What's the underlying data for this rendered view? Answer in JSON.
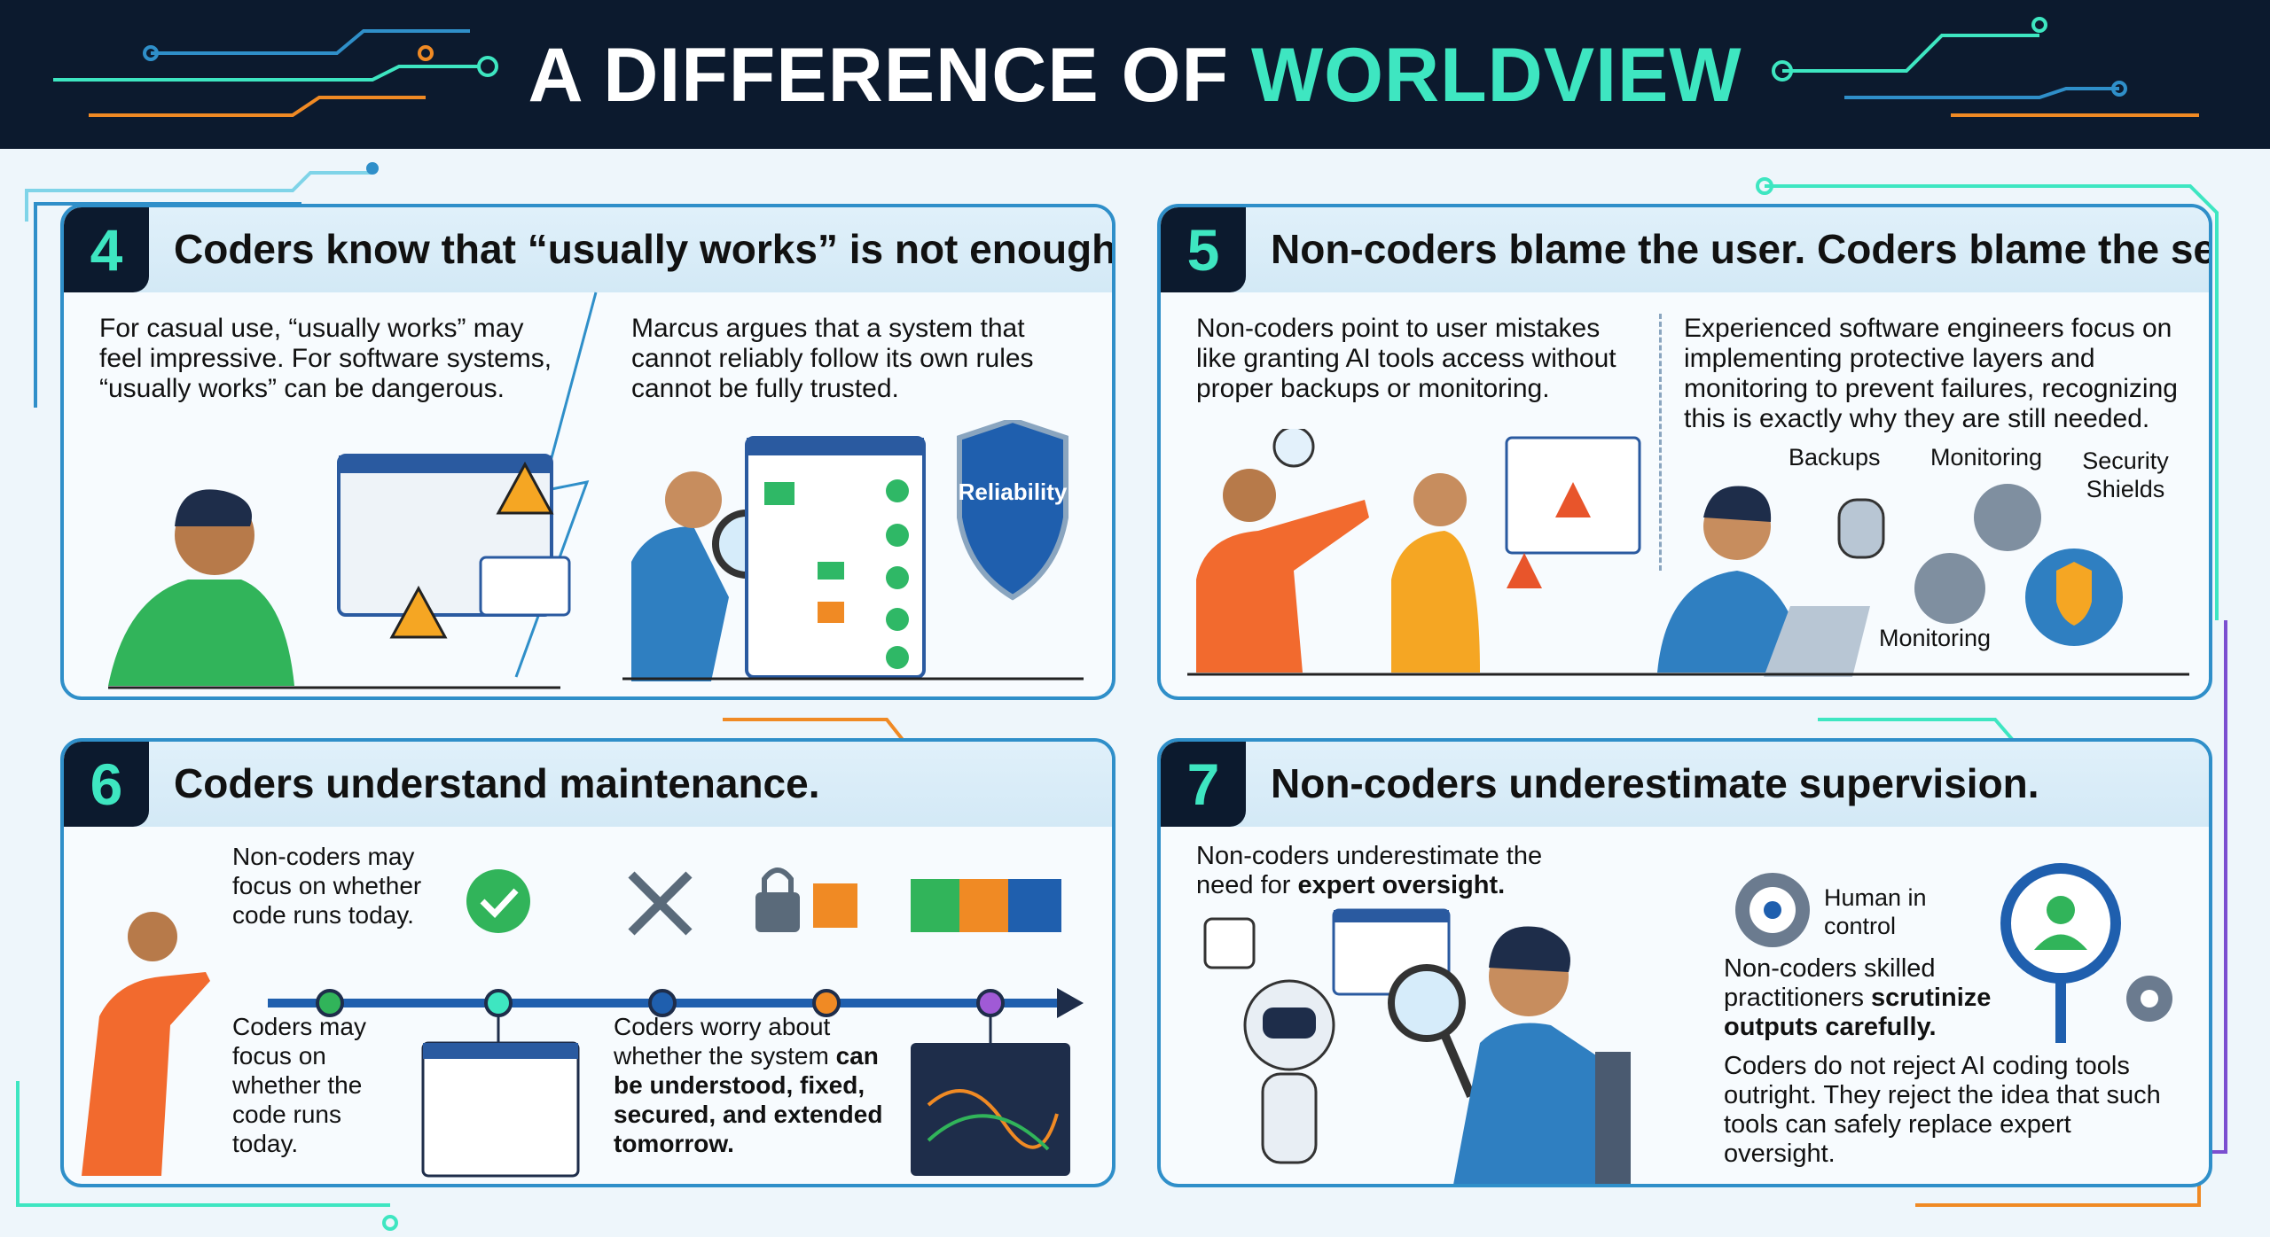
{
  "header": {
    "title_main": "A DIFFERENCE OF ",
    "title_accent": "WORLDVIEW"
  },
  "panels": [
    {
      "number": "4",
      "title": "Coders know that “usually works” is not enough.",
      "left_text": "For casual use, “usually works” may feel impressive. For software systems, “usually works” can be dangerous.",
      "right_text": "Marcus argues that a system that cannot reliably follow its own rules cannot be fully trusted.",
      "shield_label": "Reliability"
    },
    {
      "number": "5",
      "title": "Non-coders blame the user. Coders blame the setup.",
      "left_text": "Non-coders point to user mistakes like granting AI tools access without proper backups or monitoring.",
      "right_text": "Experienced software engineers focus on implementing protective layers and monitoring to prevent failures, recognizing this is exactly why they are still needed.",
      "labels": [
        "Backups",
        "Monitoring",
        "Security Shields",
        "Monitoring"
      ]
    },
    {
      "number": "6",
      "title": "Coders understand maintenance.",
      "top_text": "Non-coders may focus on whether code runs today.",
      "bottom_left_text": "Coders may focus on whether the code runs today.",
      "bottom_right_text_a": "Coders worry about whether the system ",
      "bottom_right_text_b": "can be understood, fixed, secured, and extended tomorrow."
    },
    {
      "number": "7",
      "title": "Non-coders underestimate supervision.",
      "left_text_a": "Non-coders underestimate the need for ",
      "left_text_b": "expert oversight.",
      "human_label": "Human in control",
      "mid_text_a": "Non-coders skilled practitioners ",
      "mid_text_b": "scrutinize outputs carefully.",
      "bottom_text": "Coders do not reject AI coding tools outright. They reject the idea that such tools can safely replace expert oversight."
    }
  ]
}
